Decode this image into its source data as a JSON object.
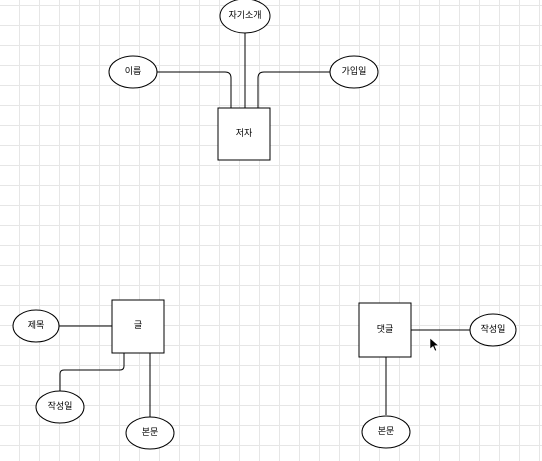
{
  "diagram": {
    "author": {
      "entity": "저자",
      "attr_intro": "자기소개",
      "attr_name": "이름",
      "attr_joined": "가입일"
    },
    "post": {
      "entity": "글",
      "attr_title": "제목",
      "attr_created": "작성일",
      "attr_body": "본문"
    },
    "comment": {
      "entity": "댓글",
      "attr_created": "작성일",
      "attr_body": "본문"
    }
  }
}
